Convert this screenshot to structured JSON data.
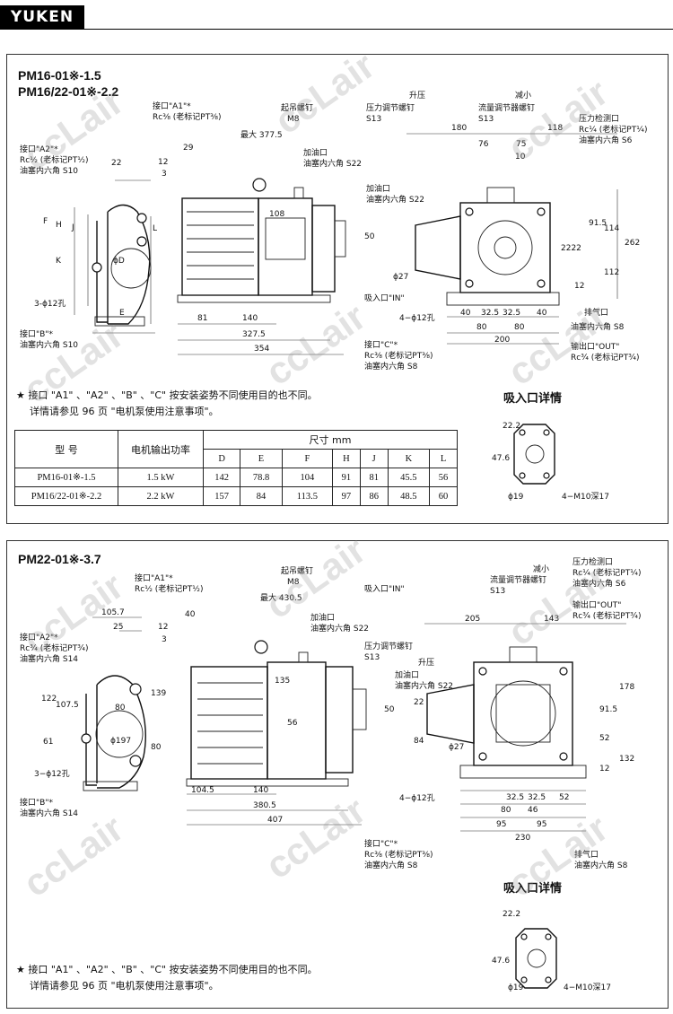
{
  "brand": {
    "logo": "YUKEN"
  },
  "watermark": "ccLair",
  "panel1": {
    "title_1": "PM16-01※-1.5",
    "title_2": "PM16/22-01※-2.2",
    "labels": {
      "port_a1": "接口\"A1\"*",
      "port_a1_spec": "Rc⅜ (老标记PT⅜)",
      "lift_bolt": "起吊螺钉",
      "m8": "M8",
      "max_len": "最大 377.5",
      "oil_fill": "加油口",
      "plug_s22": "油塞内六角 S22",
      "port_a2": "接口\"A2\"*",
      "port_a2_spec": "Rc½ (老标记PT½)",
      "plug_s10": "油塞内六角 S10",
      "holes": "3-ϕ12孔",
      "port_b": "接口\"B\"*",
      "plug_s10_b": "油塞内六角 S10",
      "pressure_screw": "压力调节螺钉",
      "s13_a": "S13",
      "up": "升压",
      "flow_screw": "流量调节器螺钉",
      "s13_b": "S13",
      "down": "减小",
      "gauge_port": "压力检测口",
      "gauge_spec": "Rc¼ (老标记PT¼)",
      "plug_s6": "油塞内六角 S6",
      "oil_fill2": "加油口",
      "plug_s22b": "油塞内六角 S22",
      "inlet": "吸入口\"IN\"",
      "holes4": "4−ϕ12孔",
      "vent": "排气口",
      "plug_s8": "油塞内六角 S8",
      "outlet": "输出口\"OUT\"",
      "outlet_spec": "Rc¾ (老标记PT¾)",
      "port_c": "接口\"C\"*",
      "port_c_spec": "Rc⅜ (老标记PT⅜)",
      "plug_s8b": "油塞内六角 S8",
      "d29": "29",
      "d22": "22",
      "d12": "12",
      "d3": "3",
      "d108": "108",
      "d50": "50",
      "d81": "81",
      "d140": "140",
      "d3275": "327.5",
      "d354": "354",
      "d180": "180",
      "d76": "76",
      "d75": "75",
      "d118": "118",
      "d10": "10",
      "d915": "91.5",
      "d114": "114",
      "d262": "262",
      "d2222": "2222",
      "d112": "112",
      "phi27": "ϕ27",
      "d40a": "40",
      "d325a": "32.5",
      "d325b": "32.5",
      "d40b": "40",
      "d12b": "12",
      "d80a": "80",
      "d80b": "80",
      "d200": "200",
      "F": "F",
      "H": "H",
      "J": "J",
      "K": "K",
      "L": "L",
      "E": "E",
      "phiD": "ϕD"
    },
    "note_1": "★ 接口 \"A1\" 、\"A2\" 、\"B\" 、\"C\" 按安装姿势不同使用目的也不同。",
    "note_2": "详情请参见 96 页 \"电机泵使用注意事项\"。",
    "inlet_detail": {
      "title": "吸入口详情",
      "d222": "22.2",
      "d476": "47.6",
      "phi19": "ϕ19",
      "m10": "4−M10深17"
    },
    "table": {
      "col_model": "型 号",
      "col_power": "电机输出功率",
      "col_dims": "尺寸 mm",
      "dim_cols": [
        "D",
        "E",
        "F",
        "H",
        "J",
        "K",
        "L"
      ],
      "rows": [
        {
          "model": "PM16-01※-1.5",
          "power": "1.5 kW",
          "dims": [
            "142",
            "78.8",
            "104",
            "91",
            "81",
            "45.5",
            "56"
          ]
        },
        {
          "model": "PM16/22-01※-2.2",
          "power": "2.2 kW",
          "dims": [
            "157",
            "84",
            "113.5",
            "97",
            "86",
            "48.5",
            "60"
          ]
        }
      ]
    }
  },
  "panel2": {
    "title": "PM22-01※-3.7",
    "labels": {
      "port_a1": "接口\"A1\"*",
      "port_a1_spec": "Rc½ (老标记PT½)",
      "lift_bolt": "起吊螺钉",
      "m8": "M8",
      "max_len": "最大 430.5",
      "oil_fill": "加油口",
      "plug_s22": "油塞内六角 S22",
      "pressure_screw": "压力调节螺钉",
      "s13": "S13",
      "up": "升压",
      "port_a2": "接口\"A2\"*",
      "port_a2_spec": "Rc¾ (老标记PT¾)",
      "plug_s14": "油塞内六角 S14",
      "holes": "3−ϕ12孔",
      "port_b": "接口\"B\"*",
      "plug_s14b": "油塞内六角 S14",
      "inlet": "吸入口\"IN\"",
      "flow_screw": "流量调节器螺钉",
      "s13b": "S13",
      "down": "减小",
      "gauge_port": "压力检测口",
      "gauge_spec": "Rc¼ (老标记PT¼)",
      "plug_s6": "油塞内六角 S6",
      "outlet": "输出口\"OUT\"",
      "outlet_spec": "Rc¾ (老标记PT¾)",
      "oil_fill2": "加油口",
      "plug_s22b": "油塞内六角 S22",
      "holes4": "4−ϕ12孔",
      "port_c": "接口\"C\"*",
      "port_c_spec": "Rc⅜ (老标记PT⅜)",
      "plug_s8": "油塞内六角 S8",
      "vent": "排气口",
      "plug_s8b": "油塞内六角 S8",
      "d1057": "105.7",
      "d25": "25",
      "d40": "40",
      "d12": "12",
      "d3": "3",
      "d122": "122",
      "d1075": "107.5",
      "d61": "61",
      "d80a": "80",
      "d139": "139",
      "d80b": "80",
      "phi197": "ϕ197",
      "d135": "135",
      "d50": "50",
      "d56": "56",
      "d1045": "104.5",
      "d140": "140",
      "d3805": "380.5",
      "d407": "407",
      "d205": "205",
      "d143": "143",
      "d22": "22",
      "d84": "84",
      "phi27": "ϕ27",
      "d178": "178",
      "d915": "91.5",
      "d52": "52",
      "d132": "132",
      "d12b": "12",
      "d325a": "32.5",
      "d325b": "32.5",
      "d52b": "52",
      "d80c": "80",
      "d46": "46",
      "d95a": "95",
      "d95b": "95",
      "d230": "230"
    },
    "note_1": "★ 接口 \"A1\" 、\"A2\" 、\"B\" 、\"C\" 按安装姿势不同使用目的也不同。",
    "note_2": "详情请参见 96 页 \"电机泵使用注意事项\"。",
    "inlet_detail": {
      "title": "吸入口详情",
      "d222": "22.2",
      "d476": "47.6",
      "phi19": "ϕ19",
      "m10": "4−M10深17"
    }
  }
}
